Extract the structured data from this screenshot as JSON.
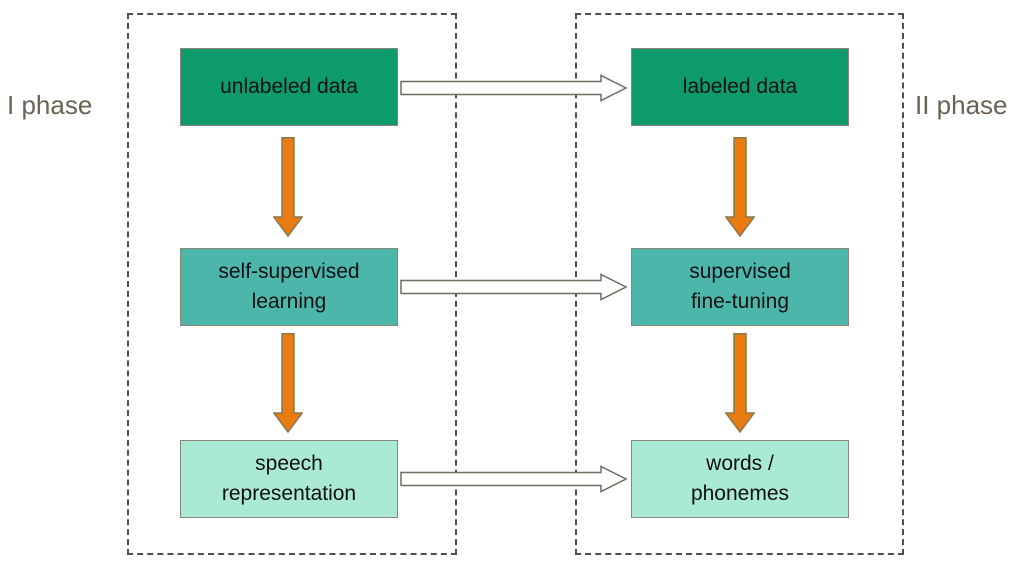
{
  "phases": [
    {
      "label": "I phase",
      "boxes": [
        {
          "line1": "unlabeled data",
          "line2": "",
          "fill": "#0d9b6c"
        },
        {
          "line1": "self-supervised",
          "line2": "learning",
          "fill": "#4db6aa"
        },
        {
          "line1": "speech",
          "line2": "representation",
          "fill": "#aae9d3"
        }
      ]
    },
    {
      "label": "II phase",
      "boxes": [
        {
          "line1": "labeled data",
          "line2": "",
          "fill": "#0d9b6c"
        },
        {
          "line1": "supervised",
          "line2": "fine-tuning",
          "fill": "#4db6aa"
        },
        {
          "line1": "words /",
          "line2": "phonemes",
          "fill": "#aae9d3"
        }
      ]
    }
  ],
  "colors": {
    "background": "#ffffff",
    "box_border": "#8a8575",
    "box_text": "#111111",
    "dashed_border": "#4f4f4f",
    "phase_label": "#6d6154",
    "down_arrow_fill": "#e97c11",
    "down_arrow_stroke": "#887753",
    "right_arrow_fill": "#ffffff",
    "right_arrow_stroke": "#6e6e60"
  }
}
